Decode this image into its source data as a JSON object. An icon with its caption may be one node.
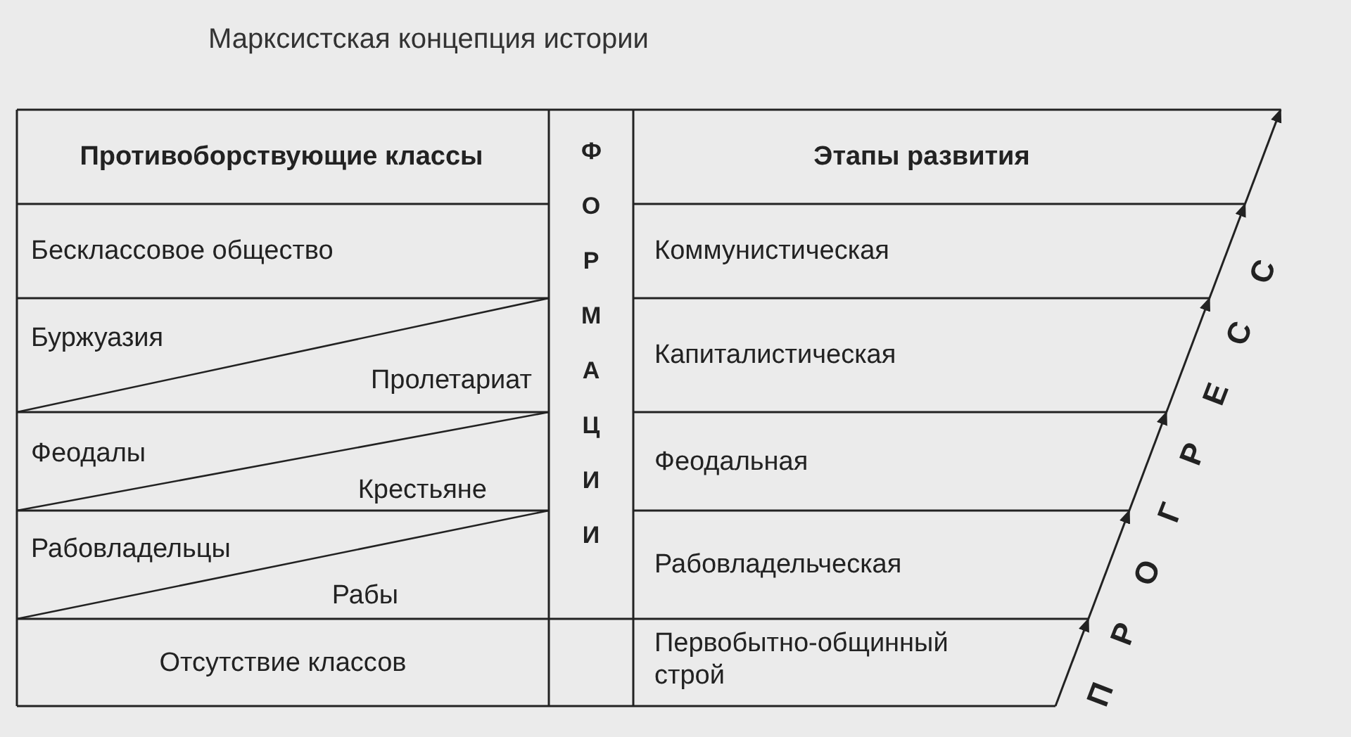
{
  "diagram": {
    "title": "Марксистская концепция истории",
    "labels": [
      "Противоборствующие классы",
      "ФОРМАЦИИ",
      "Этапы развития",
      "Бесклассовое общество",
      "Коммунистическая",
      "Буржуазия",
      "Пролетариат",
      "Капиталистическая",
      "Феодалы",
      "Крестьяне",
      "Феодальная",
      "Рабовладельцы",
      "Рабы",
      "Рабовладельческая",
      "Отсутствие классов",
      "Первобытно-общинный строй",
      "ПРОГРЕСС"
    ]
  }
}
